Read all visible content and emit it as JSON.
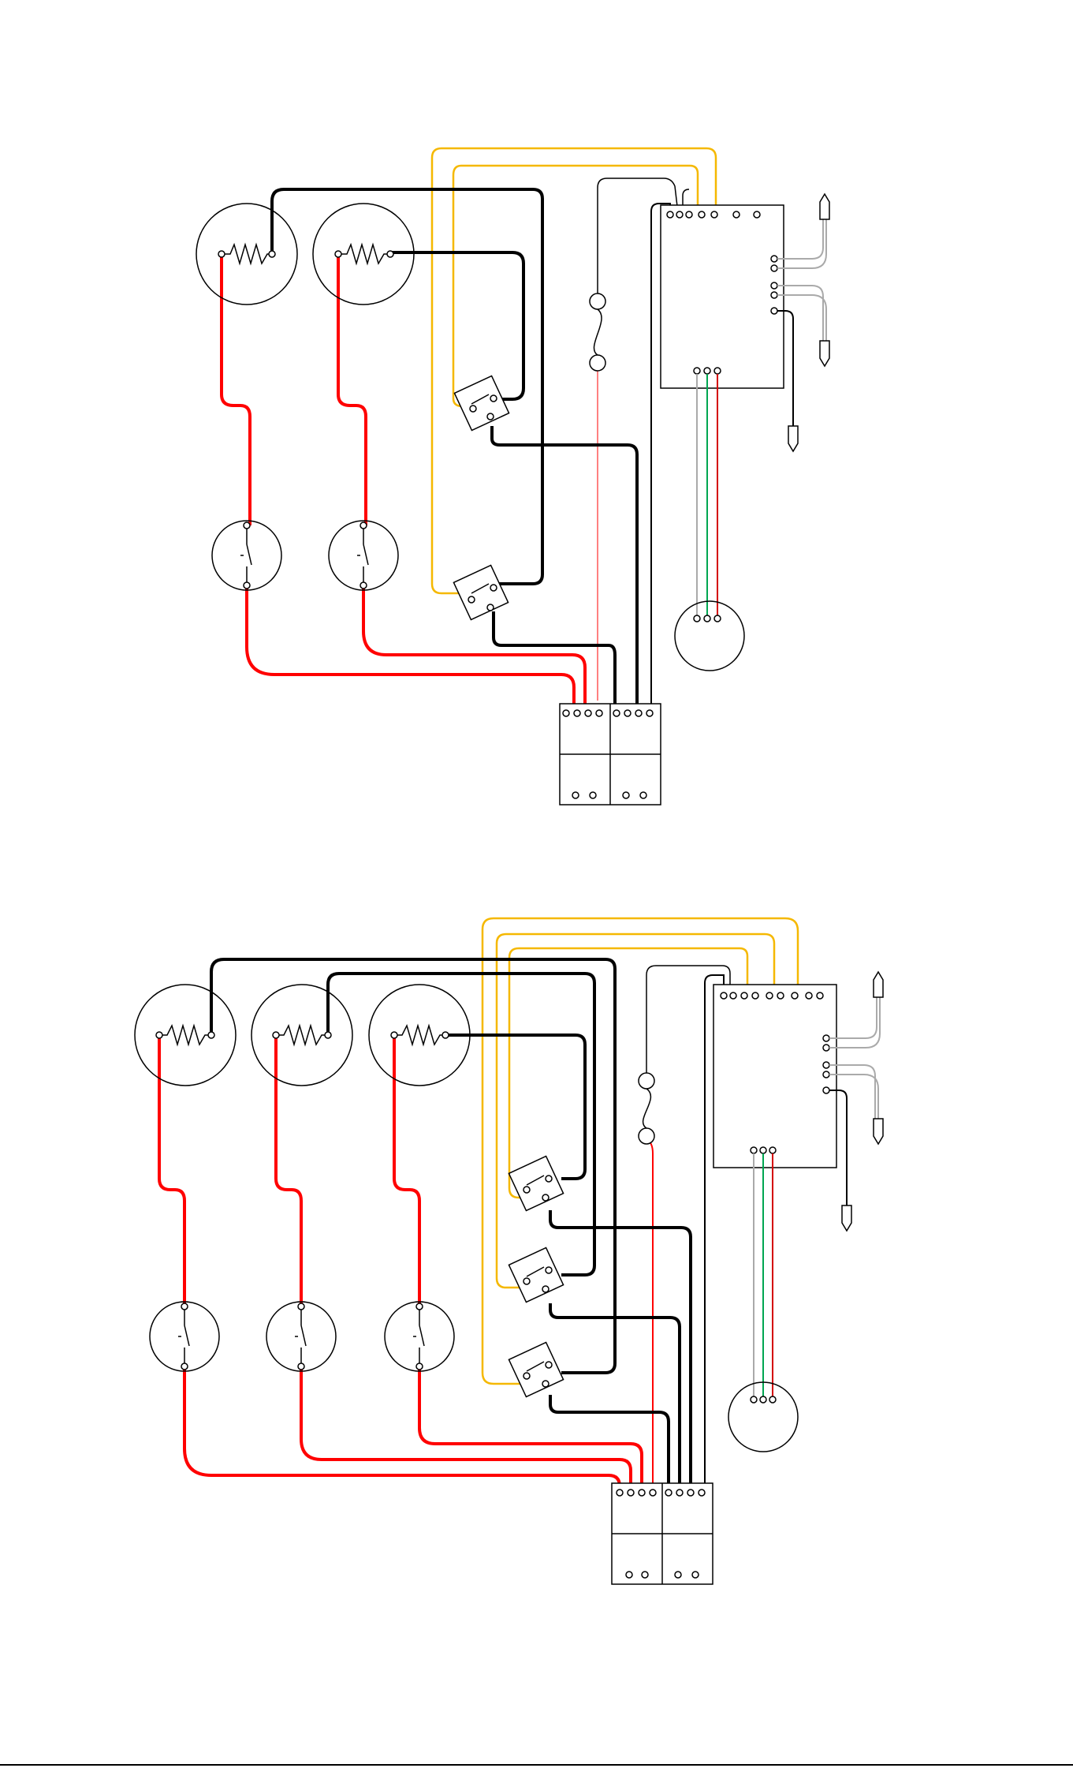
{
  "colors": {
    "hot": "#ff0000",
    "line": "#000000",
    "signal": "#f5b800",
    "sensor": "#aaaaaa",
    "sensor_green": "#00a651",
    "sensor_red": "#d40000",
    "probe": "#000000"
  },
  "diagrams": [
    {
      "name": "two-zone-wiring",
      "zones": 2
    },
    {
      "name": "three-zone-wiring",
      "zones": 3
    }
  ],
  "symbols": [
    "heating-element-icon",
    "thermal-switch-icon",
    "relay-icon",
    "fuse-icon",
    "terminal-block-icon",
    "controller-icon",
    "temperature-probe-icon",
    "sensor-connector-icon"
  ]
}
